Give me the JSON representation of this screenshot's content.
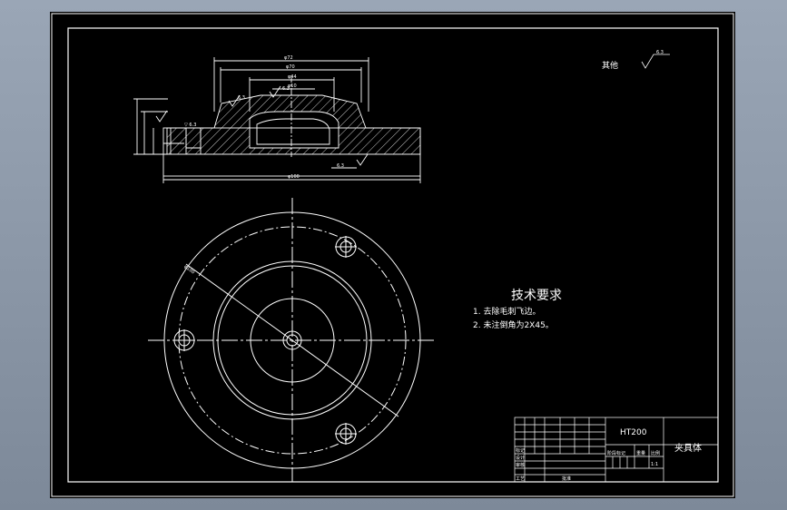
{
  "drawing": {
    "roughness_label": "其他",
    "roughness_value": "6.3",
    "tech_title": "技术要求",
    "tech_notes": [
      "1. 去除毛刺飞边。",
      "2. 未注倒角为2X45。"
    ],
    "material": "HT200",
    "part_name": "夹具体",
    "title_block": {
      "row_labels": [
        "标记",
        "设计",
        "审核",
        "工艺"
      ],
      "approve_label": "批准",
      "stage_label": "阶段标记",
      "weight_label": "重量",
      "scale_label": "比例",
      "scale_value": "1:1"
    }
  },
  "colors": {
    "background": "#8a96a6",
    "sheet": "#000000",
    "lines": "#ffffff"
  }
}
